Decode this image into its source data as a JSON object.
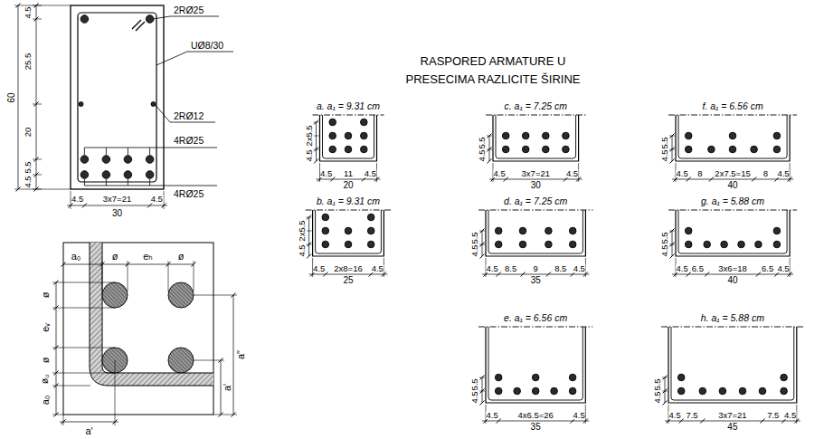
{
  "diagram": {
    "title": "RASPORED ARMATURE U PRESECIMA RAZLICITE ŠIRINE",
    "labels": [
      "2RØ25",
      "UØ8/30",
      "2RØ12",
      "4RØ25",
      "4RØ25",
      "4.5",
      "25.5",
      "20",
      "5.5",
      "4.5",
      "60",
      "4.5",
      "3x7=21",
      "4.5",
      "30",
      "a₀",
      "ø",
      "eₕ",
      "ø",
      "ø",
      "eᵥ",
      "ø",
      "øᵤ",
      "a₀",
      "a″",
      "a′",
      "a′",
      "a. a₁ = 9.31 cm",
      "4.5",
      "2x5.5",
      "4.5",
      "11",
      "4.5",
      "20",
      "b. a₁ = 9.31 cm",
      "4.5",
      "2x5.5",
      "4.5",
      "2x8=16",
      "4.5",
      "25",
      "c. a₁ = 7.25 cm",
      "4.5",
      "5.5",
      "4.5",
      "3x7=21",
      "4.5",
      "30",
      "d. a₁ = 7.25 cm",
      "4.5",
      "5.5",
      "4.5",
      "8.5",
      "9",
      "8.5",
      "4.5",
      "35",
      "e. a₁ = 6.56 cm",
      "4.5",
      "5.5",
      "4.5",
      "4x6.5=26",
      "4.5",
      "35",
      "f. a₁ = 6.56 cm",
      "4.5",
      "5.5",
      "4.5",
      "8",
      "2x7.5=15",
      "8",
      "4.5",
      "40",
      "g. a₁ = 5.88 cm",
      "4.5",
      "5.5",
      "4.5",
      "6.5",
      "3x6=18",
      "6.5",
      "4.5",
      "40",
      "h. a₁ = 5.88 cm",
      "4.5",
      "5.5",
      "4.5",
      "7.5",
      "3x7=21",
      "7.5",
      "4.5",
      "45"
    ]
  }
}
